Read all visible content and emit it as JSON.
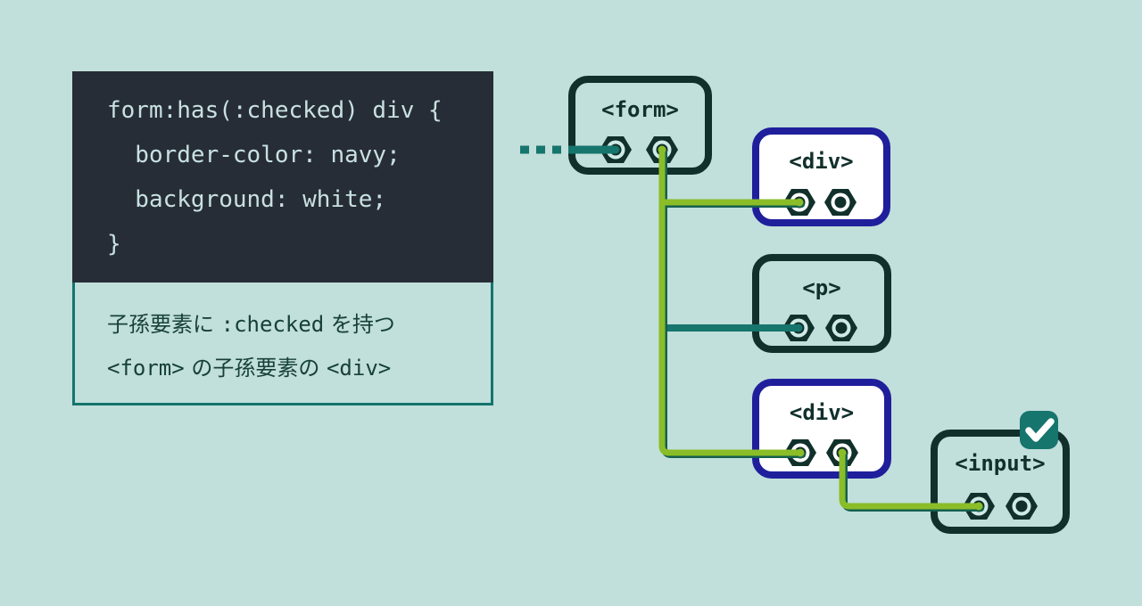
{
  "page": {
    "background_color": "#c1dfdb"
  },
  "selector_card": {
    "code_lines": [
      "form:has(:checked) div {",
      "  border-color: navy;",
      "  background: white;",
      "}"
    ],
    "caption_lines": [
      [
        {
          "text": "子孫要素に ",
          "mono": false
        },
        {
          "text": ":checked",
          "mono": true
        },
        {
          "text": " を持つ",
          "mono": false
        }
      ],
      [
        {
          "text": "<form>",
          "mono": true
        },
        {
          "text": " の子孫要素の ",
          "mono": false
        },
        {
          "text": "<div>",
          "mono": true
        }
      ]
    ]
  },
  "diagram": {
    "nodes": [
      {
        "id": "form",
        "label": "<form>",
        "border": "dark",
        "background": "page",
        "checked": false
      },
      {
        "id": "div-1",
        "label": "<div>",
        "border": "navy",
        "background": "white",
        "checked": false
      },
      {
        "id": "p",
        "label": "<p>",
        "border": "dark",
        "background": "page",
        "checked": false
      },
      {
        "id": "div-2",
        "label": "<div>",
        "border": "navy",
        "background": "white",
        "checked": false
      },
      {
        "id": "input",
        "label": "<input>",
        "border": "dark",
        "background": "page",
        "checked": true
      }
    ],
    "colors": {
      "page_bg": "#c1dfdb",
      "dark": "#11302b",
      "navy": "#1f1f9c",
      "teal": "#16756d",
      "green": "#8abd28",
      "green_shadow": "#15604f",
      "node_white": "#ffffff",
      "ring_light": "#cfeae6",
      "code_bg": "#262d36",
      "code_text": "#c9e0e1",
      "caption_text": "#174039",
      "badge": "#16756d",
      "check": "#ffffff"
    }
  }
}
